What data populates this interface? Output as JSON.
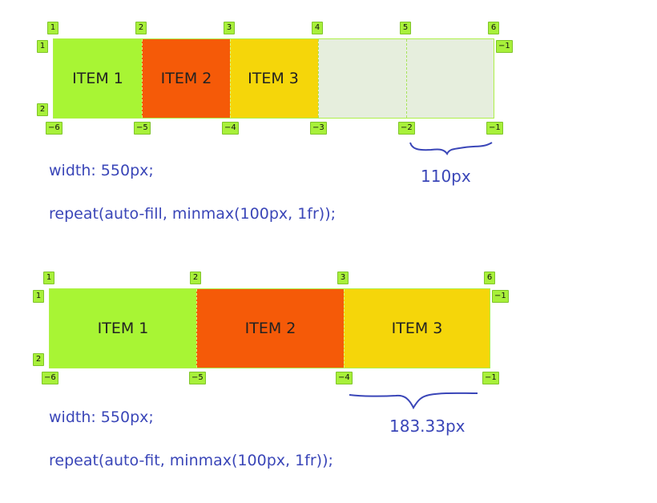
{
  "figure_a": {
    "items": [
      "ITEM 1",
      "ITEM 2",
      "ITEM 3"
    ],
    "item_colors": [
      "#a8f534",
      "#f55a08",
      "#f5d60a"
    ],
    "empty_color": "#e6eedd",
    "top_line_numbers": [
      "1",
      "2",
      "3",
      "4",
      "5",
      "6"
    ],
    "bottom_line_numbers": [
      "-6",
      "-5",
      "-4",
      "-3",
      "-2",
      "-1"
    ],
    "left_row_numbers": [
      "1",
      "2"
    ],
    "right_row_number": "-1",
    "width_code": "width: 550px;",
    "template_code": "repeat(auto-fill, minmax(100px, 1fr));",
    "track_size_label": "110px"
  },
  "figure_b": {
    "items": [
      "ITEM 1",
      "ITEM 2",
      "ITEM 3"
    ],
    "item_colors": [
      "#a8f534",
      "#f55a08",
      "#f5d60a"
    ],
    "top_line_numbers": [
      "1",
      "2",
      "3",
      "6"
    ],
    "bottom_line_numbers": [
      "-6",
      "-5",
      "-4",
      "-1"
    ],
    "left_row_numbers": [
      "1",
      "2"
    ],
    "right_row_number": "-1",
    "width_code": "width: 550px;",
    "template_code": "repeat(auto-fit, minmax(100px, 1fr));",
    "track_size_label": "183.33px"
  },
  "colors": {
    "marker": "#a8f03a",
    "code_text": "#3a46b8",
    "brace": "#3a46b8"
  }
}
